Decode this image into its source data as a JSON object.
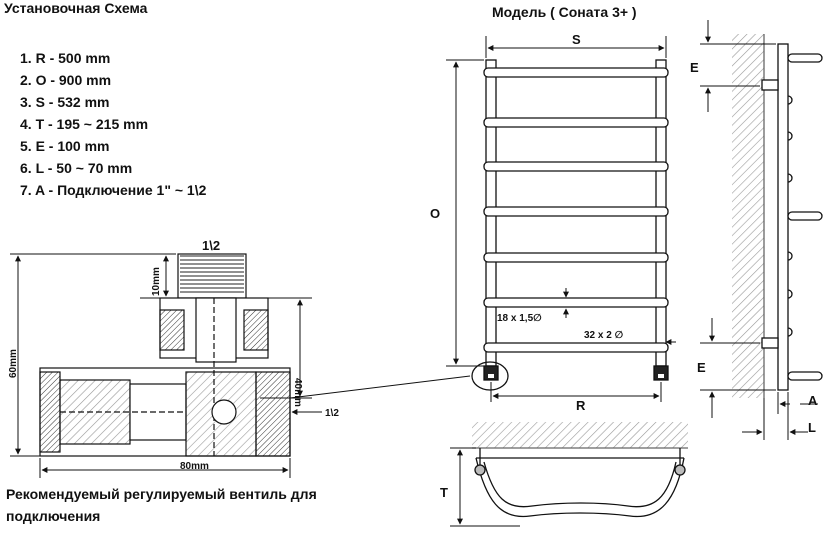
{
  "header": {
    "scheme_title": "Установочная Схема",
    "model_title": "Модель ( Соната 3+ )"
  },
  "specs": [
    "1. R - 500 mm",
    "2. O - 900 mm",
    "3. S - 532 mm",
    "4. T - 195 ~ 215 mm",
    "5. E - 100 mm",
    "6. L - 50 ~ 70 mm",
    "7. A - Подключение  1\" ~ 1\\2"
  ],
  "valve": {
    "top_thread": "1\\2",
    "dim_10": "10mm",
    "dim_40": "40mm",
    "dim_60": "60mm",
    "dim_80": "80mm",
    "side_thread": "1\\2"
  },
  "rail": {
    "dim_s": "S",
    "dim_o": "O",
    "dim_r": "R",
    "dim_t": "T",
    "bar_spec": "18 x 1,5∅",
    "pipe_spec": "32 x 2 ∅"
  },
  "side": {
    "dim_e_top": "E",
    "dim_e_bottom": "E",
    "dim_a": "A",
    "dim_l": "L"
  },
  "footer": {
    "caption_line1": "Рекомендуемый регулируемый вентиль для",
    "caption_line2": "подключения"
  }
}
